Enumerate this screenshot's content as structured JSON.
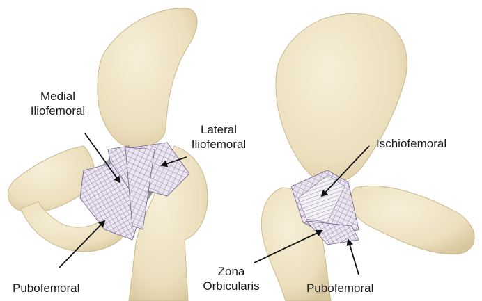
{
  "labels": {
    "medial_iliofemoral": [
      "Medial",
      "Iliofemoral"
    ],
    "lateral_iliofemoral": [
      "Lateral",
      "Iliofemoral"
    ],
    "ischiofemoral": "Ischiofemoral",
    "pubofemoral_left": "Pubofemoral",
    "zona_orbicularis": [
      "Zona",
      "Orbicularis"
    ],
    "pubofemoral_right": "Pubofemoral"
  },
  "colors": {
    "bone": "#efe4c6",
    "bone_shadow": "#d8c9a0",
    "ligament_fill": "#ebe5f1",
    "ligament_line": "#7a6a8e",
    "femoral_head": "#a8a8a8",
    "arrow": "#111111"
  }
}
